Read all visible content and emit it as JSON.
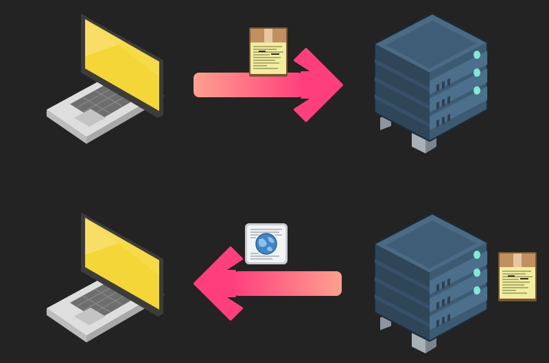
{
  "colors": {
    "background": "#232323",
    "laptop_screen": "#f5d638",
    "laptop_body": "#d9d9d9",
    "server_body": "#3d5a73",
    "server_led": "#7fe8d6",
    "arrow_light": "#ffa08e",
    "arrow_dark": "#ff3f7d",
    "package_paper": "#f2eea0",
    "package_box": "#b8835a",
    "page_globe": "#3f86c9"
  },
  "diagram": {
    "rows": [
      {
        "id": "request",
        "left_node": {
          "icon": "laptop-icon"
        },
        "right_node": {
          "icon": "server-icon"
        },
        "arrow_direction": "right",
        "payload_icon": "package-document-icon"
      },
      {
        "id": "response",
        "left_node": {
          "icon": "laptop-icon"
        },
        "right_node": {
          "icon": "server-icon",
          "attached_icon": "package-document-icon"
        },
        "arrow_direction": "left",
        "payload_icon": "web-page-globe-icon"
      }
    ]
  }
}
